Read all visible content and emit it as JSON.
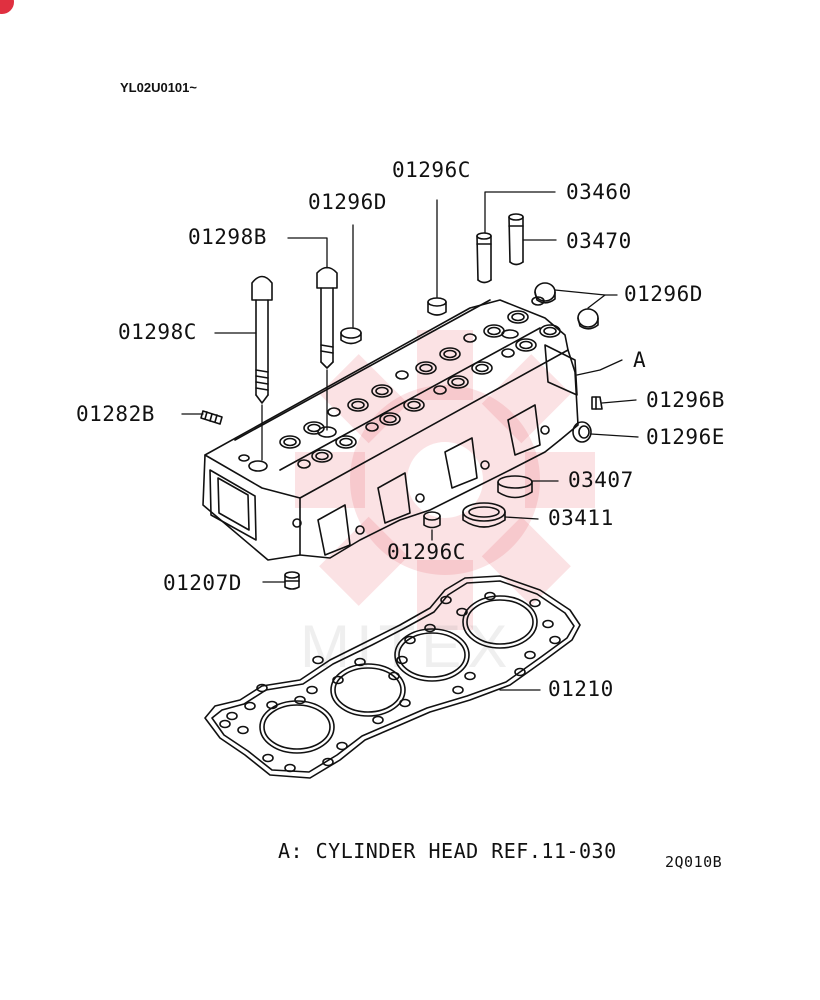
{
  "header": {
    "serial_range": "YL02U0101~"
  },
  "parts": [
    {
      "id": "lbl-01296C-top",
      "text": "01296C"
    },
    {
      "id": "lbl-03460",
      "text": "03460"
    },
    {
      "id": "lbl-01296D-left",
      "text": "01296D"
    },
    {
      "id": "lbl-03470",
      "text": "03470"
    },
    {
      "id": "lbl-01298B",
      "text": "01298B"
    },
    {
      "id": "lbl-01296D-right",
      "text": "01296D"
    },
    {
      "id": "lbl-01298C",
      "text": "01298C"
    },
    {
      "id": "lbl-A",
      "text": "A"
    },
    {
      "id": "lbl-01296B",
      "text": "01296B"
    },
    {
      "id": "lbl-01282B",
      "text": "01282B"
    },
    {
      "id": "lbl-01296E",
      "text": "01296E"
    },
    {
      "id": "lbl-03407",
      "text": "03407"
    },
    {
      "id": "lbl-03411",
      "text": "03411"
    },
    {
      "id": "lbl-01296C-bottom",
      "text": "01296C"
    },
    {
      "id": "lbl-01207D",
      "text": "01207D"
    },
    {
      "id": "lbl-01210",
      "text": "01210"
    }
  ],
  "footer": {
    "note": "A:  CYLINDER HEAD REF.11-030",
    "figure_code": "2Q010B"
  },
  "watermark": {
    "text": "MITEX",
    "color": "#e84a5a"
  },
  "colors": {
    "line": "#111111",
    "accent": "#e03040"
  }
}
